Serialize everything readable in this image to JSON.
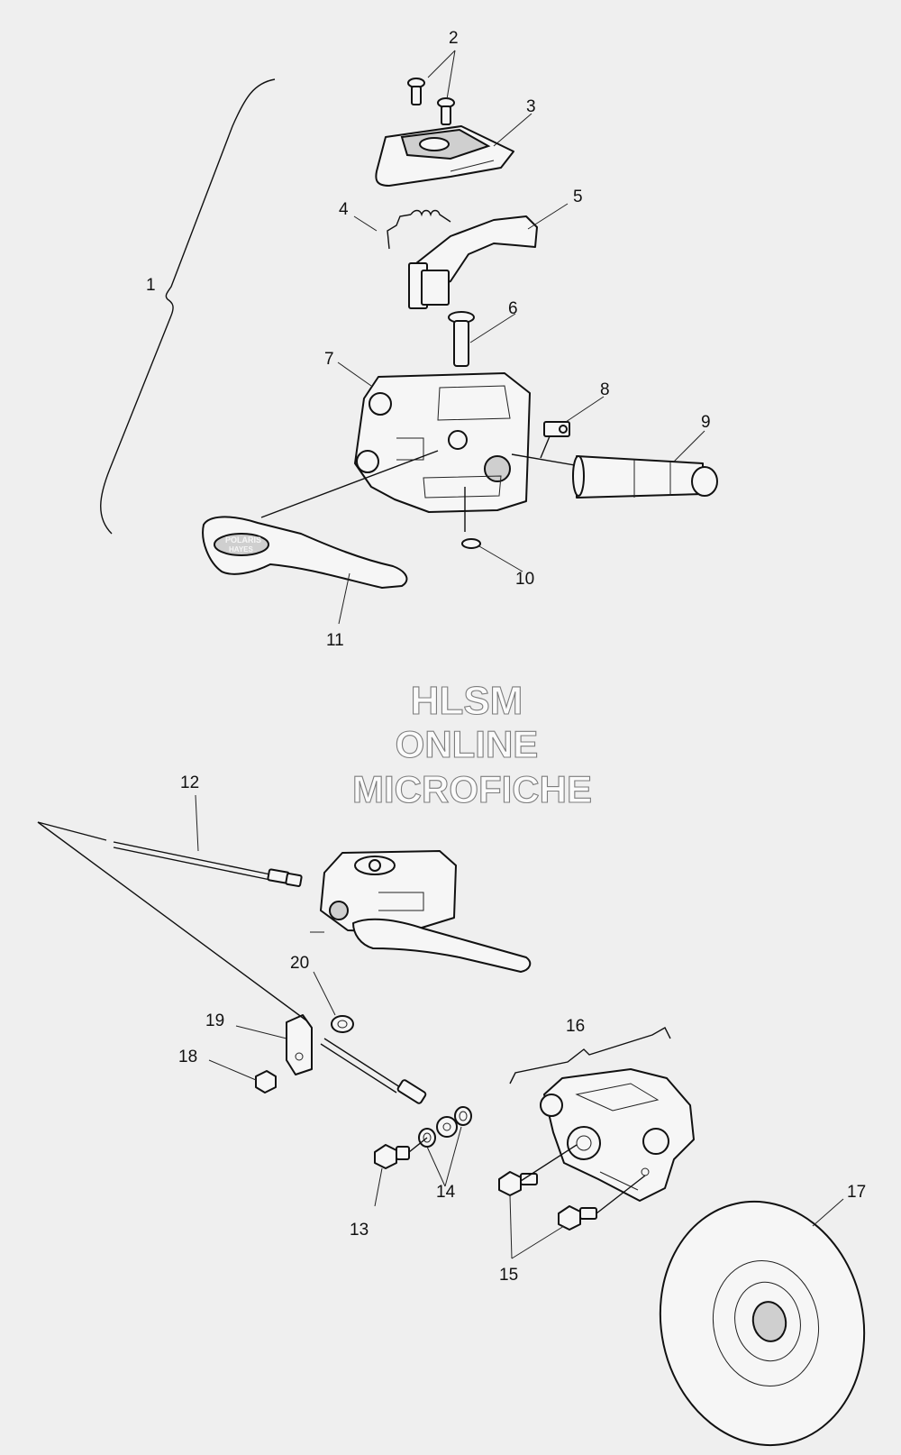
{
  "watermark": {
    "line1": "HLSM",
    "line2": "ONLINE",
    "line3": "MICROFICHE"
  },
  "callouts": {
    "c1": "1",
    "c2": "2",
    "c3": "3",
    "c4": "4",
    "c5": "5",
    "c6": "6",
    "c7": "7",
    "c8": "8",
    "c9": "9",
    "c10": "10",
    "c11": "11",
    "c12": "12",
    "c13": "13",
    "c14": "14",
    "c15": "15",
    "c16": "16",
    "c17": "17",
    "c18": "18",
    "c19": "19",
    "c20": "20"
  },
  "lever_text": {
    "line1": "POLARIS",
    "line2": "HAYES"
  },
  "colors": {
    "background": "#efefef",
    "ink": "#111111",
    "part_fill": "#f6f6f6",
    "watermark_stroke": "#7d7d7d"
  }
}
